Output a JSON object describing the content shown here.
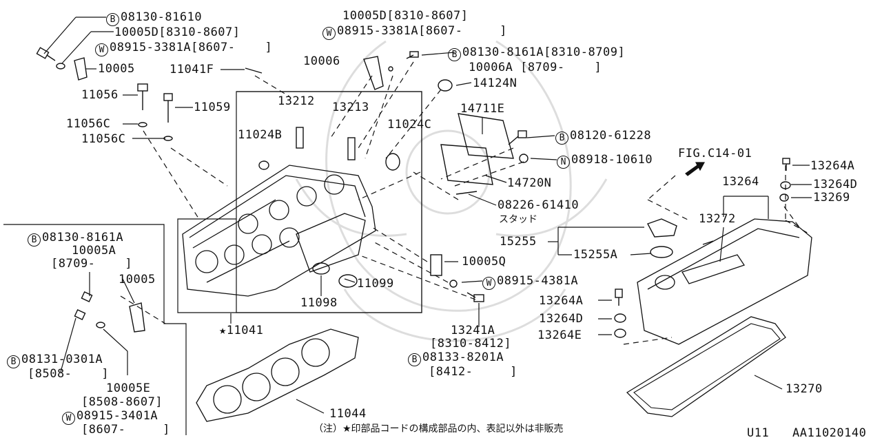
{
  "circle_letters": {
    "b": "B",
    "w": "W",
    "n": "N"
  },
  "labels": {
    "tl_b_08130_81610": "08130-81610",
    "tl_10005d": "10005D",
    "tl_10005d_range": "[8310-8607]",
    "tl_w_08915": "08915-3381A",
    "tl_w_range": "[8607-    ]",
    "p10005_top": "10005",
    "p11041f": "11041F",
    "p11056": "11056",
    "p11059": "11059",
    "p11056c_a": "11056C",
    "p11056c_b": "11056C",
    "p13212": "13212",
    "p13213": "13213",
    "p11024b": "11024B",
    "p11024c": "11024C",
    "c_10005d": "10005D",
    "c_10005d_range": "[8310-8607]",
    "c_w_08915": "08915-3381A",
    "c_w_range": "[8607-     ]",
    "p10006": "10006",
    "c_b_08130": "08130-8161A",
    "c_b_range": "[8310-8709]",
    "c_10006a": "10006A",
    "c_10006a_range": "[8709-    ]",
    "p14124n": "14124N",
    "p14711e": "14711E",
    "b_08120": "08120-61228",
    "n_08918": "08918-10610",
    "fig_ref": "FIG.C14-01",
    "p14720n": "14720N",
    "p08226": "08226-61410",
    "stud_jp": "スタッド",
    "p13264a_r": "13264A",
    "p13264d_r": "13264D",
    "p13269": "13269",
    "p13264": "13264",
    "p13272": "13272",
    "p15255": "15255",
    "p15255a": "15255A",
    "l_b_08130": "08130-8161A",
    "l_10005a": "10005A",
    "l_10005a_range": "[8709-    ]",
    "l_10005": "10005",
    "l_b_08131": "08131-0301A",
    "l_b_08131_range": "[8508-    ]",
    "l_10005e": "10005E",
    "l_10005e_range": "[8508-8607]",
    "l_w_08915": "08915-3401A",
    "l_w_range": "[8607-     ]",
    "p10005q": "10005Q",
    "w_08915_4381a": "08915-4381A",
    "p11099": "11099",
    "p11098": "11098",
    "p11041": "★11041",
    "p13241a": "13241A",
    "p13241a_range": "[8310-8412]",
    "b_08133": "08133-8201A",
    "b_08133_range": "[8412-     ]",
    "p13264a_m": "13264A",
    "p13264d_m": "13264D",
    "p13264e": "13264E",
    "p13270": "13270",
    "p11044": "11044",
    "footnote": "（注）★印部品コードの構成部品の内、表記以外は非販売",
    "model": "U11",
    "diagram_code": "AA11020140"
  }
}
